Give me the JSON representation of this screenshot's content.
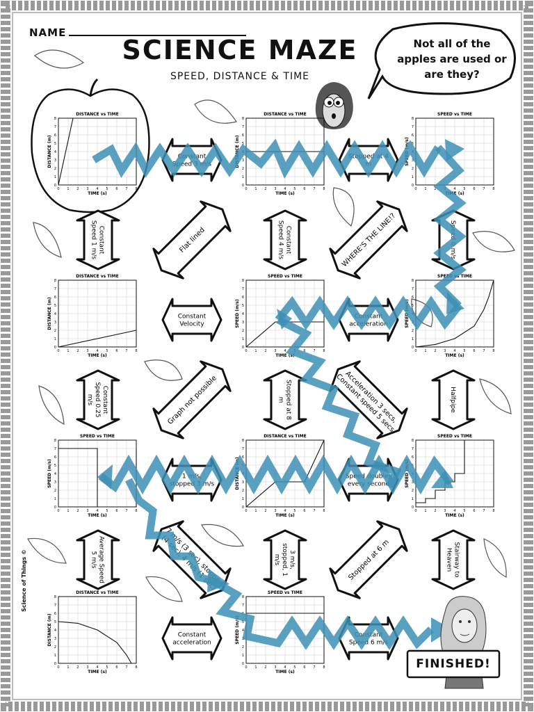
{
  "header": {
    "name_label": "NAME",
    "title": "SCIENCE MAZE",
    "subtitle": "SPEED, DISTANCE & TIME",
    "bubble": "Not all of the apples are used or are they?"
  },
  "graphs": [
    {
      "id": "g1",
      "title": "DISTANCE vs TIME",
      "ylabel": "DISTANCE (m)",
      "xlabel": "TIME (s)",
      "curve": [
        [
          0,
          0
        ],
        [
          1.5,
          8
        ]
      ]
    },
    {
      "id": "g2",
      "title": "DISTANCE vs TIME",
      "ylabel": "DISTANCE (m)",
      "xlabel": "TIME (s)",
      "curve": [
        [
          0,
          4
        ],
        [
          8,
          4
        ]
      ]
    },
    {
      "id": "g3",
      "title": "SPEED vs TIME",
      "ylabel": "SPEED (m/s)",
      "xlabel": "TIME (s)",
      "curve": [
        [
          0,
          0
        ],
        [
          8,
          0
        ]
      ]
    },
    {
      "id": "g4",
      "title": "DISTANCE vs TIME",
      "ylabel": "DISTANCE (m)",
      "xlabel": "TIME (s)",
      "curve": [
        [
          0,
          0
        ],
        [
          8,
          2
        ]
      ]
    },
    {
      "id": "g5",
      "title": "SPEED vs TIME",
      "ylabel": "SPEED (m/s)",
      "xlabel": "TIME (s)",
      "curve": [
        [
          0,
          0
        ],
        [
          3,
          3
        ],
        [
          8,
          3
        ]
      ]
    },
    {
      "id": "g6",
      "title": "SPEED vs TIME",
      "ylabel": "SPEED (m/s)",
      "xlabel": "TIME (s)",
      "curve": [
        [
          0,
          0
        ],
        [
          2,
          0.3
        ],
        [
          4,
          1
        ],
        [
          6,
          2.5
        ],
        [
          7,
          4.5
        ],
        [
          7.5,
          6
        ],
        [
          8,
          8
        ]
      ]
    },
    {
      "id": "g7",
      "title": "SPEED vs TIME",
      "ylabel": "SPEED (m/s)",
      "xlabel": "TIME (s)",
      "curve": [
        [
          0,
          7
        ],
        [
          4,
          7
        ],
        [
          4,
          0
        ],
        [
          8,
          0
        ],
        [
          8,
          7
        ]
      ]
    },
    {
      "id": "g8",
      "title": "DISTANCE vs TIME",
      "ylabel": "DISTANCE (m)",
      "xlabel": "TIME (s)",
      "curve": [
        [
          0,
          0
        ],
        [
          3,
          3
        ],
        [
          6,
          3
        ],
        [
          8,
          8
        ]
      ]
    },
    {
      "id": "g9",
      "title": "SPEED vs TIME",
      "ylabel": "SPEED (m/s)",
      "xlabel": "TIME (s)",
      "curve": [
        [
          0,
          0.5
        ],
        [
          1,
          0.5
        ],
        [
          1,
          1
        ],
        [
          2,
          1
        ],
        [
          2,
          2
        ],
        [
          3,
          2
        ],
        [
          3,
          3
        ],
        [
          4,
          3
        ],
        [
          4,
          4
        ],
        [
          5,
          4
        ],
        [
          5,
          8
        ]
      ]
    },
    {
      "id": "g10",
      "title": "DISTANCE vs TIME",
      "ylabel": "DISTANCE (m)",
      "xlabel": "TIME (s)",
      "curve": [
        [
          0,
          5
        ],
        [
          2,
          4.8
        ],
        [
          4,
          4
        ],
        [
          6,
          2.5
        ],
        [
          7,
          1
        ],
        [
          7.5,
          0
        ]
      ]
    },
    {
      "id": "g11",
      "title": "SPEED vs TIME",
      "ylabel": "SPEED (m/s)",
      "xlabel": "TIME (s)",
      "curve": [
        [
          0,
          6
        ],
        [
          8,
          6
        ]
      ]
    }
  ],
  "arrows": [
    {
      "id": "a1",
      "text": "Constant Speed 3 m/s"
    },
    {
      "id": "a2",
      "text": "Stopped at 4 m"
    },
    {
      "id": "a3",
      "text": "Constant Speed 1 m/s"
    },
    {
      "id": "a4",
      "text": "Flat lined"
    },
    {
      "id": "a5",
      "text": "Constant Speed 4 m/s"
    },
    {
      "id": "a6",
      "text": "WHERE'S THE LINE!?"
    },
    {
      "id": "a7",
      "text": "Speed 0 m/s"
    },
    {
      "id": "a8",
      "text": "Constant Velocity"
    },
    {
      "id": "a9",
      "text": "Constant acceleration"
    },
    {
      "id": "a10",
      "text": "Constant Speed 0.25 m/s"
    },
    {
      "id": "a11",
      "text": "Graph not possible"
    },
    {
      "id": "a12",
      "text": "Stopped at 8 m"
    },
    {
      "id": "a13",
      "text": "Acceleration 3 secs, Constant speed 5 secs"
    },
    {
      "id": "a14",
      "text": "Halfpipe"
    },
    {
      "id": "a15",
      "text": "1 m/s, stopped 3 m/s"
    },
    {
      "id": "a16",
      "text": "Speed doubles every second"
    },
    {
      "id": "a17",
      "text": "Average Speed 5 m/s"
    },
    {
      "id": "a18",
      "text": "7 m/s (3 sec), stopped (4 sec), 4 m/s (1 sec)"
    },
    {
      "id": "a19",
      "text": "3 m/s, stopped, 1 m/s"
    },
    {
      "id": "a20",
      "text": "Stopped at 6 m"
    },
    {
      "id": "a21",
      "text": "Stairway to Heaven"
    },
    {
      "id": "a22",
      "text": "Constant acceleration"
    },
    {
      "id": "a23",
      "text": "Constant Speed 6 m/s"
    }
  ],
  "finished": "FINISHED!",
  "credit": "Science of Things ©",
  "colors": {
    "path": "#3d8fb5",
    "ink": "#111111"
  }
}
